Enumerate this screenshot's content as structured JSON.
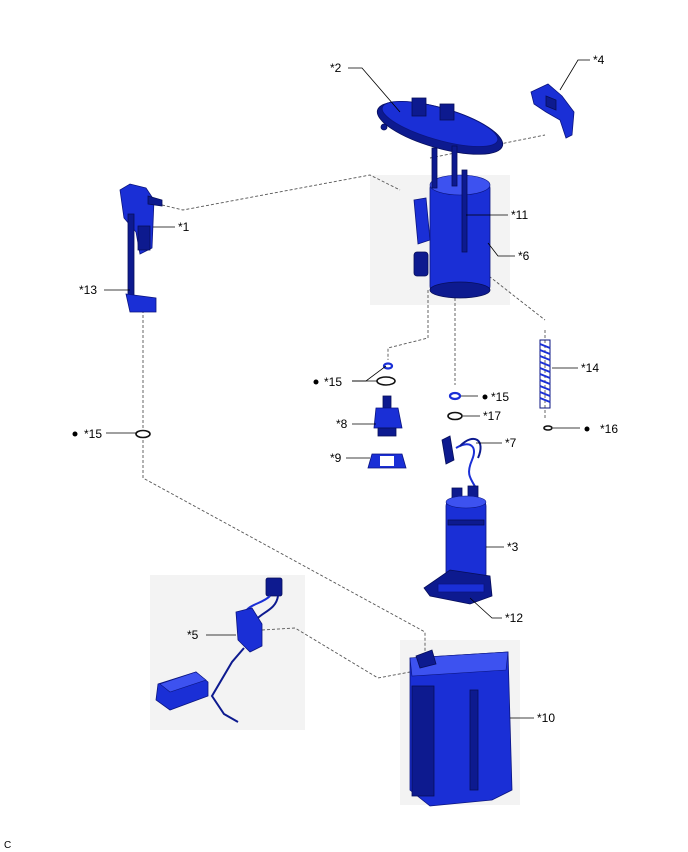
{
  "figure_code": "C",
  "labels": {
    "p1": "*1",
    "p2": "*2",
    "p3": "*3",
    "p4": "*4",
    "p5": "*5",
    "p6": "*6",
    "p7": "*7",
    "p8": "*8",
    "p9": "*9",
    "p10": "*10",
    "p11": "*11",
    "p12": "*12",
    "p13": "*13",
    "p14": "*14",
    "p15a": "*15",
    "p15b": "*15",
    "p15c": "*15",
    "p16": "*16",
    "p17": "*17"
  },
  "colors": {
    "part_blue": "#1a2fd6",
    "part_dark": "#0d1a8f"
  }
}
